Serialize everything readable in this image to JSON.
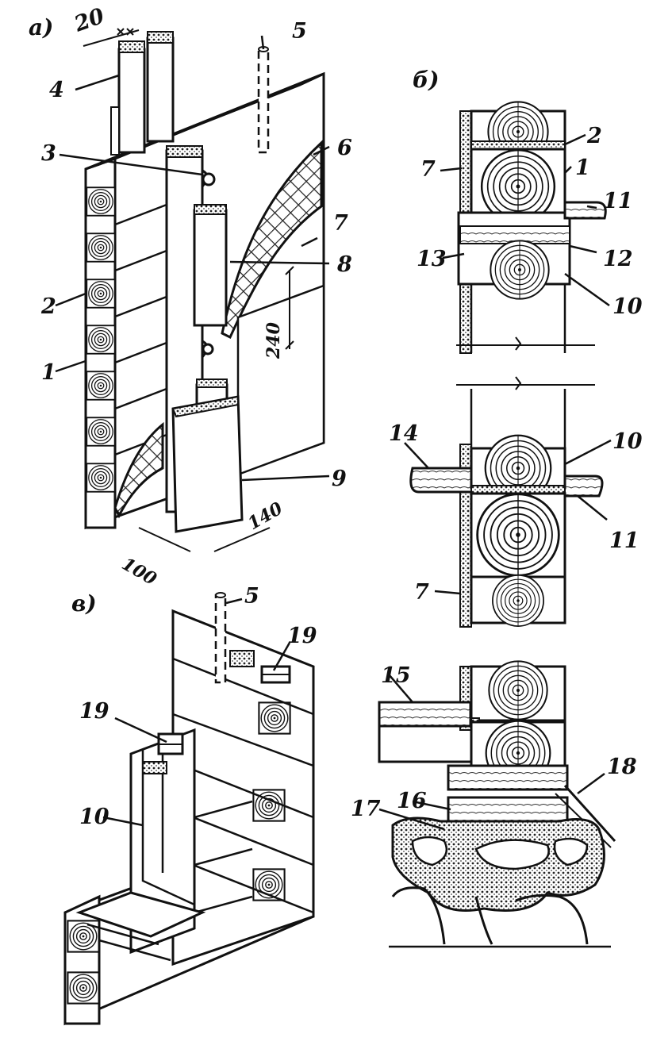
{
  "panels": {
    "a": {
      "letter": "а)"
    },
    "b": {
      "letter": "б)"
    },
    "v": {
      "letter": "в)"
    }
  },
  "labels": {
    "l1": "1",
    "l2": "2",
    "l3": "3",
    "l4": "4",
    "l5": "5",
    "l6": "6",
    "l7": "7",
    "l8": "8",
    "l9": "9",
    "l10": "10",
    "l11": "11",
    "l12": "12",
    "l13": "13",
    "l14": "14",
    "l15": "15",
    "l16": "16",
    "l17": "17",
    "l18": "18",
    "l19": "19"
  },
  "dimensions": {
    "d20": "20",
    "d240": "240",
    "d100": "100",
    "d140": "140"
  },
  "colors": {
    "ink": "#111111",
    "paper": "#ffffff",
    "hatch": "#555555"
  }
}
